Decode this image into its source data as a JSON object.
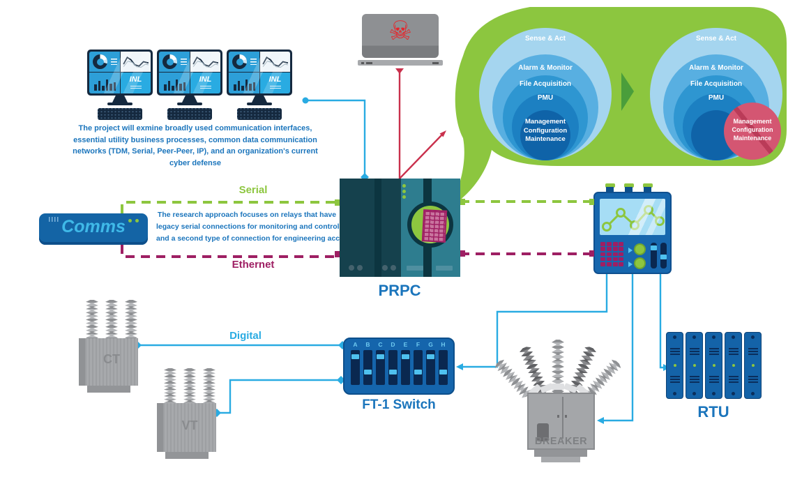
{
  "icons": {
    "skull": "☠"
  },
  "monitors": {
    "logo": "INL"
  },
  "paragraphs": {
    "project_lines": [
      "The project will exmine broadly used communication interfaces,",
      "essential utility business processes, common data communication",
      "networks (TDM, Serial, Peer-Peer, IP), and an organization's current",
      "cyber defense"
    ],
    "research_lines": [
      "The research approach focuses on relays that have",
      "legacy serial connections for monitoring and control,",
      "and a second type of connection for engineering access"
    ]
  },
  "connections": {
    "serial": "Serial",
    "ethernet": "Ethernet",
    "digital": "Digital"
  },
  "venn": {
    "rings": [
      "Sense & Act",
      "Alarm & Monitor",
      "File Acquisition",
      "PMU"
    ],
    "core_lines": [
      "Management",
      "Configuration",
      "Maintenance"
    ]
  },
  "devices": {
    "prpc": "PRPC",
    "comms": "Comms",
    "ft1": "FT-1 Switch",
    "rtu": "RTU",
    "ct": "CT",
    "vt": "VT",
    "breaker": "BREAKER"
  },
  "ft1_switch": {
    "letters": [
      "A",
      "B",
      "C",
      "D",
      "E",
      "F",
      "G",
      "H"
    ]
  },
  "colors": {
    "accent_blue": "#1B75BC",
    "light_blue": "#29ABE2",
    "green": "#8DC63F",
    "dark_green": "#4A9E3B",
    "maroon": "#9E1F63",
    "crimson": "#C9304C",
    "ring_shades": [
      "#A5D5EF",
      "#58AFE1",
      "#2E96D1",
      "#1C80C2",
      "#0F63A8"
    ],
    "blocked_red": "#D45672"
  }
}
